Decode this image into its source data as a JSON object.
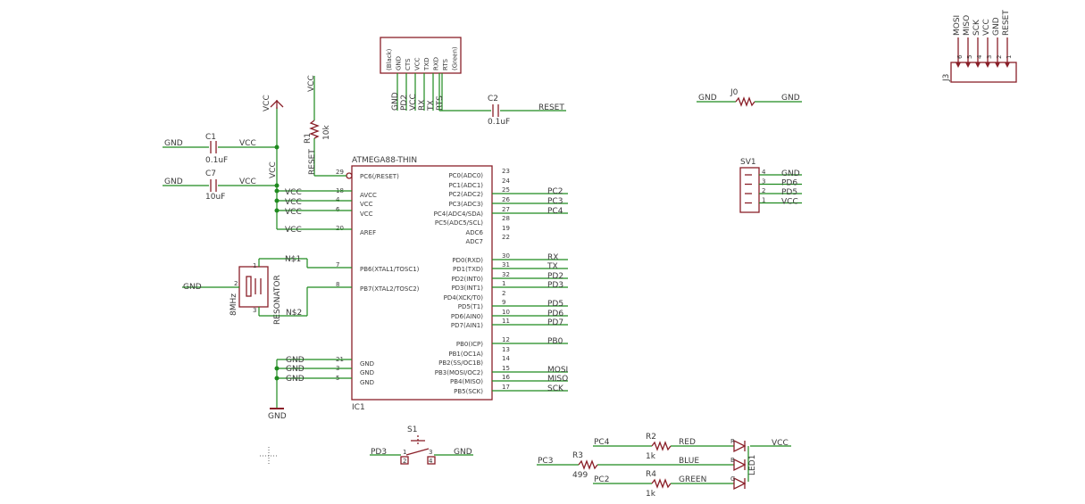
{
  "title": "",
  "colors": {
    "wire": "#1f8a1f",
    "part": "#8a1f28",
    "text": "#3a3a3a",
    "background": "#ffffff"
  },
  "ic": {
    "name": "ATMEGA88-THIN",
    "ref": "IC1",
    "left_pins": [
      {
        "name": "PC6(/RESET)",
        "num": "29"
      },
      {
        "name": "AVCC",
        "num": "18"
      },
      {
        "name": "VCC",
        "num": "4"
      },
      {
        "name": "VCC",
        "num": "6"
      },
      {
        "name": "AREF",
        "num": "20"
      },
      {
        "name": "PB6(XTAL1/TOSC1)",
        "num": "7"
      },
      {
        "name": "PB7(XTAL2/TOSC2)",
        "num": "8"
      },
      {
        "name": "GND",
        "num": "21"
      },
      {
        "name": "GND",
        "num": "3"
      },
      {
        "name": "GND",
        "num": "5"
      }
    ],
    "right_pins": [
      {
        "name": "PC0(ADC0)",
        "num": "23",
        "net": ""
      },
      {
        "name": "PC1(ADC1)",
        "num": "24",
        "net": ""
      },
      {
        "name": "PC2(ADC2)",
        "num": "25",
        "net": "PC2"
      },
      {
        "name": "PC3(ADC3)",
        "num": "26",
        "net": "PC3"
      },
      {
        "name": "PC4(ADC4/SDA)",
        "num": "27",
        "net": "PC4"
      },
      {
        "name": "PC5(ADC5/SCL)",
        "num": "28",
        "net": ""
      },
      {
        "name": "ADC6",
        "num": "19",
        "net": ""
      },
      {
        "name": "ADC7",
        "num": "22",
        "net": ""
      },
      {
        "name": "PD0(RXD)",
        "num": "30",
        "net": "RX"
      },
      {
        "name": "PD1(TXD)",
        "num": "31",
        "net": "TX"
      },
      {
        "name": "PD2(INT0)",
        "num": "32",
        "net": "PD2"
      },
      {
        "name": "PD3(INT1)",
        "num": "1",
        "net": "PD3"
      },
      {
        "name": "PD4(XCK/T0)",
        "num": "2",
        "net": ""
      },
      {
        "name": "PD5(T1)",
        "num": "9",
        "net": "PD5"
      },
      {
        "name": "PD6(AIN0)",
        "num": "10",
        "net": "PD6"
      },
      {
        "name": "PD7(AIN1)",
        "num": "11",
        "net": "PD7"
      },
      {
        "name": "PB0(ICP)",
        "num": "12",
        "net": "PB0"
      },
      {
        "name": "PB1(OC1A)",
        "num": "13",
        "net": ""
      },
      {
        "name": "PB2(SS/OC1B)",
        "num": "14",
        "net": ""
      },
      {
        "name": "PB3(MOSI/OC2)",
        "num": "15",
        "net": "MOSI"
      },
      {
        "name": "PB4(MISO)",
        "num": "16",
        "net": "MISO"
      },
      {
        "name": "PB5(SCK)",
        "num": "17",
        "net": "SCK"
      }
    ],
    "left_nets": {
      "reset": "RESET",
      "avcc": "VCC",
      "vcc1": "VCC",
      "vcc2": "VCC",
      "aref": "VCC",
      "xtal1": "N$1",
      "xtal2": "N$2",
      "gnd1": "GND",
      "gnd2": "GND",
      "gnd3": "GND",
      "gnd_sym": "GND"
    }
  },
  "ftdi": {
    "pins": [
      "(Black)",
      "GND",
      "CTS",
      "VCC",
      "TXD",
      "RXD",
      "RTS",
      "(Green)"
    ],
    "nets": [
      "GND",
      "PD2",
      "VCC",
      "RX",
      "TX",
      "RTS"
    ]
  },
  "caps": {
    "c1": {
      "ref": "C1",
      "value": "0.1uF",
      "left": "GND",
      "right": "VCC"
    },
    "c7": {
      "ref": "C7",
      "value": "10uF",
      "left": "GND",
      "right": "VCC"
    },
    "c2": {
      "ref": "C2",
      "value": "0.1uF",
      "net": "RESET"
    }
  },
  "r1": {
    "ref": "R1",
    "value": "10k",
    "top": "VCC",
    "bottom": "RESET"
  },
  "vcc_symbol": "VCC",
  "vcc_rail": "VCC",
  "resonator": {
    "name": "RESONATOR",
    "value": "8MHz",
    "gnd": "GND",
    "pins": [
      "1",
      "2",
      "3"
    ]
  },
  "j0": {
    "ref": "J0",
    "left": "GND",
    "right": "GND"
  },
  "j3": {
    "ref": "J3",
    "labels": [
      "MOSI",
      "MISO",
      "SCK",
      "VCC",
      "GND",
      "RESET"
    ],
    "nums": [
      "6",
      "5",
      "4",
      "3",
      "2",
      "1"
    ]
  },
  "sv1": {
    "ref": "SV1",
    "nums": [
      "4",
      "3",
      "2",
      "1"
    ],
    "nets": [
      "GND",
      "PD6",
      "PD5",
      "VCC"
    ]
  },
  "s1": {
    "ref": "S1",
    "left": "PD3",
    "right": "GND",
    "pins": [
      "1",
      "2",
      "3",
      "4"
    ]
  },
  "led": {
    "ref": "LED1",
    "pins": [
      "R",
      "B",
      "G"
    ],
    "vcc": "VCC",
    "rows": [
      {
        "net": "PC4",
        "ref": "R2",
        "value": "1k",
        "color": "RED"
      },
      {
        "net": "PC3",
        "ref": "R3",
        "value": "499",
        "color": "BLUE"
      },
      {
        "net": "PC2",
        "ref": "R4",
        "value": "1k",
        "color": "GREEN"
      }
    ]
  }
}
